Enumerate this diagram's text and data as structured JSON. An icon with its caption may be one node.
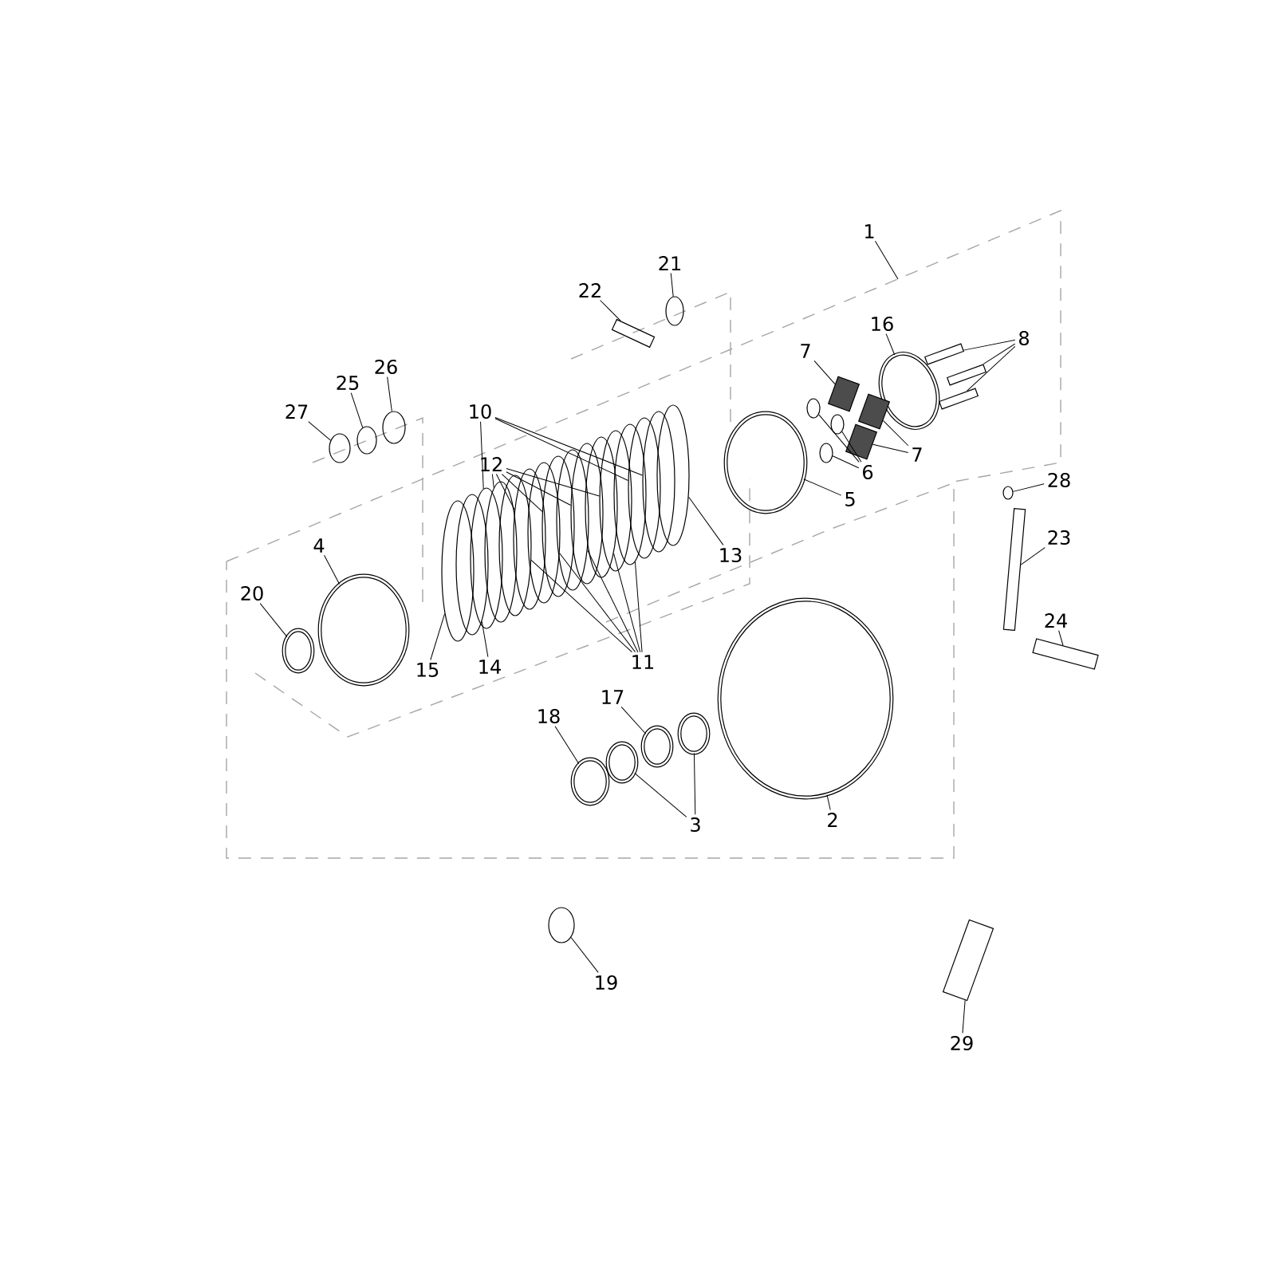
{
  "diagram": {
    "nodes": [
      {
        "text": [
          "1"
        ]
      },
      {
        "text": [
          "21"
        ]
      },
      {
        "text": [
          "22"
        ]
      },
      {
        "text": [
          "16"
        ]
      },
      {
        "text": [
          "8"
        ]
      },
      {
        "text": [
          "7"
        ]
      },
      {
        "text": [
          "26"
        ]
      },
      {
        "text": [
          "25"
        ]
      },
      {
        "text": [
          "27"
        ]
      },
      {
        "text": [
          "10"
        ]
      },
      {
        "text": [
          "7"
        ]
      },
      {
        "text": [
          "12"
        ]
      },
      {
        "text": [
          "6"
        ]
      },
      {
        "text": [
          "28"
        ]
      },
      {
        "text": [
          "5"
        ]
      },
      {
        "text": [
          "23"
        ]
      },
      {
        "text": [
          "4"
        ]
      },
      {
        "text": [
          "13"
        ]
      },
      {
        "text": [
          "20"
        ]
      },
      {
        "text": [
          "24"
        ]
      },
      {
        "text": [
          "11"
        ]
      },
      {
        "text": [
          "15"
        ]
      },
      {
        "text": [
          "14"
        ]
      },
      {
        "text": [
          "17"
        ]
      },
      {
        "text": [
          "18"
        ]
      },
      {
        "text": [
          "2"
        ]
      },
      {
        "text": [
          "3"
        ]
      },
      {
        "text": [
          "19"
        ]
      },
      {
        "text": [
          "29"
        ]
      },
      {
        "text": [],
        "shape": "circle"
      },
      {
        "text": [],
        "shape": "box"
      },
      {
        "text": [],
        "shape": "circle"
      },
      {
        "text": [],
        "shape": "box"
      },
      {
        "text": [],
        "shape": "box"
      },
      {
        "text": [],
        "shape": "box"
      },
      {
        "text": [],
        "shape": "box"
      },
      {
        "text": [],
        "shape": "box"
      },
      {
        "text": [],
        "shape": "box"
      },
      {
        "text": [],
        "shape": "circle"
      },
      {
        "text": [],
        "shape": "circle"
      },
      {
        "text": [],
        "shape": "circle"
      },
      {
        "text": [],
        "shape": "circle"
      },
      {
        "text": [],
        "shape": "circle"
      },
      {
        "text": [],
        "shape": "circle"
      },
      {
        "text": [],
        "shape": "circle"
      },
      {
        "text": [],
        "shape": "box"
      },
      {
        "text": [],
        "shape": "circle"
      },
      {
        "text": [],
        "shape": "box"
      },
      {
        "text": [],
        "shape": "circle"
      },
      {
        "text": [],
        "shape": "circle"
      },
      {
        "text": [],
        "shape": "circle"
      },
      {
        "text": [],
        "shape": "circle"
      },
      {
        "text": [],
        "shape": "circle"
      },
      {
        "text": [],
        "shape": "circle"
      },
      {
        "text": [],
        "shape": "circle"
      },
      {
        "text": [],
        "shape": "circle"
      },
      {
        "text": [],
        "shape": "circle"
      },
      {
        "text": [],
        "shape": "circle"
      },
      {
        "text": [],
        "shape": "circle"
      },
      {
        "text": [],
        "shape": "circle"
      },
      {
        "text": [],
        "shape": "circle"
      },
      {
        "text": [],
        "shape": "circle"
      },
      {
        "text": [],
        "shape": "circle"
      },
      {
        "text": [],
        "shape": "circle"
      },
      {
        "text": [],
        "shape": "circle"
      },
      {
        "text": [],
        "shape": "circle"
      },
      {
        "text": [],
        "shape": "circle"
      },
      {
        "text": [],
        "shape": "circle"
      },
      {
        "text": [],
        "shape": "circle"
      },
      {
        "text": [],
        "shape": "circle"
      },
      {
        "text": [],
        "shape": "circle"
      },
      {
        "text": [],
        "shape": "circle"
      },
      {
        "text": [],
        "shape": "box"
      }
    ],
    "edges": [
      {
        "from": 0,
        "to": null,
        "arrow": "none"
      },
      {
        "from": 1,
        "to": 29,
        "arrow": "none"
      },
      {
        "from": 2,
        "to": 30,
        "arrow": "none"
      },
      {
        "from": 3,
        "to": 31,
        "arrow": "none"
      },
      {
        "from": 4,
        "to": 32,
        "arrow": "none"
      },
      {
        "from": 4,
        "to": 33,
        "arrow": "none"
      },
      {
        "from": 4,
        "to": 34,
        "arrow": "none"
      },
      {
        "from": 5,
        "to": 35,
        "arrow": "none"
      },
      {
        "from": 10,
        "to": 36,
        "arrow": "none"
      },
      {
        "from": 10,
        "to": 37,
        "arrow": "none"
      },
      {
        "from": 6,
        "to": 38,
        "arrow": "none"
      },
      {
        "from": 7,
        "to": 39,
        "arrow": "none"
      },
      {
        "from": 8,
        "to": 40,
        "arrow": "none"
      },
      {
        "from": 9,
        "to": 52,
        "arrow": "none"
      },
      {
        "from": 9,
        "to": 63,
        "arrow": "none"
      },
      {
        "from": 9,
        "to": 64,
        "arrow": "none"
      },
      {
        "from": 11,
        "to": 53,
        "arrow": "none"
      },
      {
        "from": 11,
        "to": 55,
        "arrow": "none"
      },
      {
        "from": 11,
        "to": 57,
        "arrow": "none"
      },
      {
        "from": 11,
        "to": 59,
        "arrow": "none"
      },
      {
        "from": 11,
        "to": 61,
        "arrow": "none"
      },
      {
        "from": 12,
        "to": 41,
        "arrow": "none"
      },
      {
        "from": 12,
        "to": 42,
        "arrow": "none"
      },
      {
        "from": 12,
        "to": 43,
        "arrow": "none"
      },
      {
        "from": 13,
        "to": 46,
        "arrow": "none"
      },
      {
        "from": 14,
        "to": 44,
        "arrow": "none"
      },
      {
        "from": 15,
        "to": 45,
        "arrow": "none"
      },
      {
        "from": 16,
        "to": 48,
        "arrow": "none"
      },
      {
        "from": 17,
        "to": 65,
        "arrow": "none"
      },
      {
        "from": 18,
        "to": 49,
        "arrow": "none"
      },
      {
        "from": 19,
        "to": 47,
        "arrow": "none"
      },
      {
        "from": 20,
        "to": 54,
        "arrow": "none"
      },
      {
        "from": 20,
        "to": 56,
        "arrow": "none"
      },
      {
        "from": 20,
        "to": 58,
        "arrow": "none"
      },
      {
        "from": 20,
        "to": 60,
        "arrow": "none"
      },
      {
        "from": 20,
        "to": 62,
        "arrow": "none"
      },
      {
        "from": 21,
        "to": 50,
        "arrow": "none"
      },
      {
        "from": 22,
        "to": 51,
        "arrow": "none"
      },
      {
        "from": 23,
        "to": 68,
        "arrow": "none"
      },
      {
        "from": 24,
        "to": 66,
        "arrow": "none"
      },
      {
        "from": 25,
        "to": 70,
        "arrow": "none"
      },
      {
        "from": 26,
        "to": 67,
        "arrow": "none"
      },
      {
        "from": 26,
        "to": 69,
        "arrow": "none"
      },
      {
        "from": 27,
        "to": 71,
        "arrow": "none"
      },
      {
        "from": 28,
        "to": 72,
        "arrow": "none"
      }
    ]
  }
}
